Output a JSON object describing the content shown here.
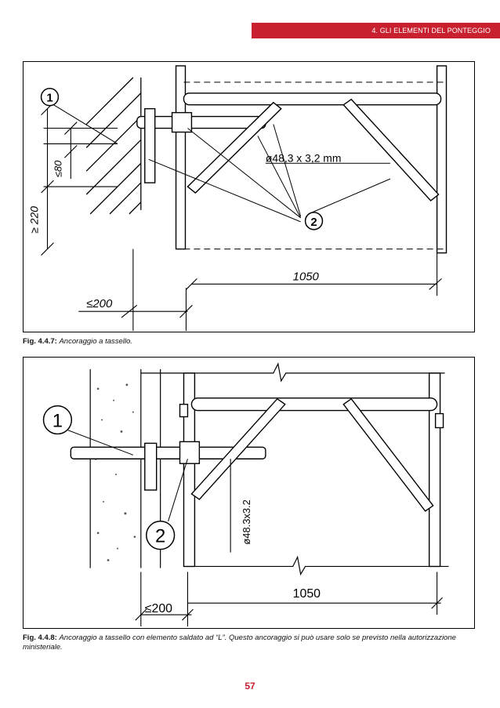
{
  "header": {
    "chapter_title": "4. GLI ELEMENTI DEL PONTEGGIO",
    "accent_color": "#c8202f"
  },
  "figures": [
    {
      "labels": {
        "callout_1": "1",
        "callout_2": "2",
        "tube_spec": "ø48,3 x 3,2 mm",
        "bay_length": "1050",
        "wall_distance": "≤200",
        "height_dim": "≥ 220",
        "small_dim": "≤80"
      },
      "caption": {
        "number": "Fig. 4.4.7:",
        "text": "Ancoraggio a tassello."
      }
    },
    {
      "labels": {
        "callout_1": "1",
        "callout_2": "2",
        "tube_spec": "ø48.3x3.2",
        "bay_length": "1050",
        "wall_distance": "≤200"
      },
      "caption": {
        "number": "Fig. 4.4.8:",
        "text": "Ancoraggio a tassello con elemento saldato ad “L”. Questo ancoraggio si può usare solo se previsto nella autorizzazione ministeriale."
      }
    }
  ],
  "footer": {
    "page_number": "57"
  }
}
